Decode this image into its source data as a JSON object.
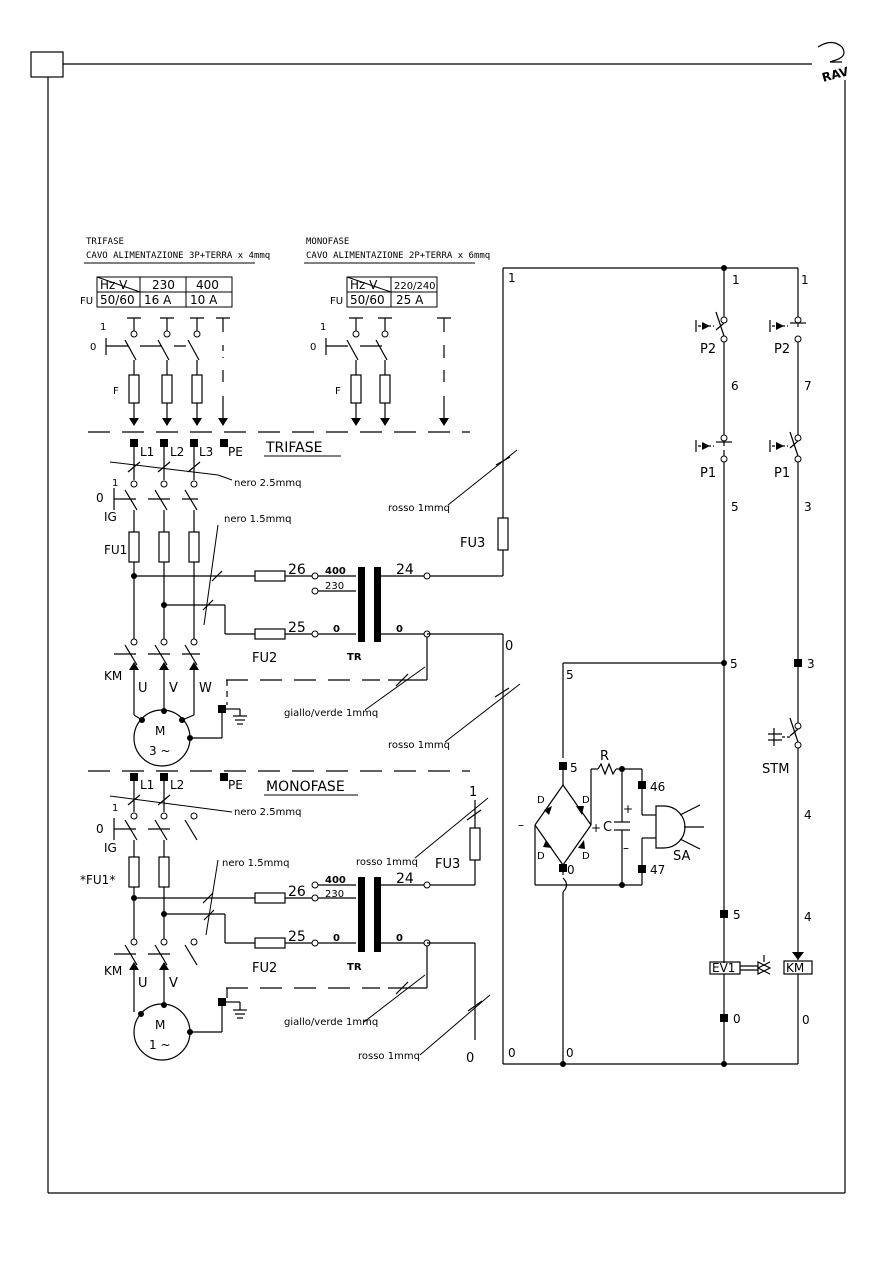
{
  "page": {
    "number_box": "",
    "logo_letters": "RAV"
  },
  "supply": {
    "trifase": {
      "title": "TRIFASE",
      "cable": "CAVO ALIMENTAZIONE 3P+TERRA x 4mmq",
      "table": {
        "hz_v": "Hz  V",
        "col1": "230",
        "col2": "400",
        "row_label": "FU",
        "freq": "50/60",
        "fu1": "16  A",
        "fu2": "10  A"
      }
    },
    "monofase": {
      "title": "MONOFASE",
      "cable": "CAVO ALIMENTAZIONE 2P+TERRA x 6mmq",
      "table": {
        "hz_v": "Hz  V",
        "col1": "220/240",
        "row_label": "FU",
        "freq": "50/60",
        "fu1": "25  A"
      }
    }
  },
  "labels": {
    "one": "1",
    "zero": "0",
    "F": "F",
    "L1": "L1",
    "L2": "L2",
    "L3": "L3",
    "PE": "PE",
    "trifase_section": "TRIFASE",
    "monofase_section": "MONOFASE",
    "nero25": "nero 2.5mmq",
    "nero15": "nero 1.5mmq",
    "IG": "IG",
    "FU1": "FU1",
    "FU1_star": "*FU1*",
    "FU2": "FU2",
    "FU3": "FU3",
    "TR": "TR",
    "KM": "KM",
    "U": "U",
    "V": "V",
    "W": "W",
    "M": "M",
    "three_phase": "3 ~",
    "one_phase": "1 ~",
    "w26": "26",
    "w25": "25",
    "w24": "24",
    "v400": "400",
    "v230": "230",
    "v0": "0",
    "rosso1": "rosso 1mmq",
    "gv1": "giallo/verde 1mmq",
    "P1": "P1",
    "P2": "P2",
    "STM": "STM",
    "EV1": "EV1",
    "KM_coil": "KM",
    "R": "R",
    "C": "C",
    "D": "D",
    "SA": "SA",
    "plus": "+",
    "minus": "–",
    "w1": "1",
    "w3": "3",
    "w4": "4",
    "w5": "5",
    "w6": "6",
    "w7": "7",
    "w46": "46",
    "w47": "47",
    "w0": "0"
  }
}
